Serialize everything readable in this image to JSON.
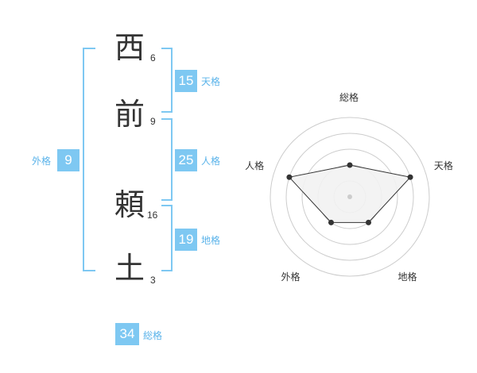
{
  "name": {
    "chars": [
      {
        "char": "西",
        "strokes": "6"
      },
      {
        "char": "前",
        "strokes": "9"
      },
      {
        "char": "頼",
        "strokes": "16"
      },
      {
        "char": "土",
        "strokes": "3"
      }
    ]
  },
  "kakusu": {
    "tenkaku": {
      "value": "15",
      "label": "天格"
    },
    "jinkaku": {
      "value": "25",
      "label": "人格"
    },
    "chikaku": {
      "value": "19",
      "label": "地格"
    },
    "gaikaku": {
      "value": "9",
      "label": "外格"
    },
    "soukaku": {
      "value": "34",
      "label": "総格"
    }
  },
  "chart_data": {
    "type": "radar",
    "axes": [
      "総格",
      "天格",
      "地格",
      "外格",
      "人格"
    ],
    "max": 5,
    "rings": 5,
    "values": [
      2,
      4,
      2,
      2,
      4
    ],
    "colors": {
      "fill": "#f2f2f2",
      "line": "#333333",
      "grid": "#cccccc",
      "center": "#cccccc"
    }
  }
}
